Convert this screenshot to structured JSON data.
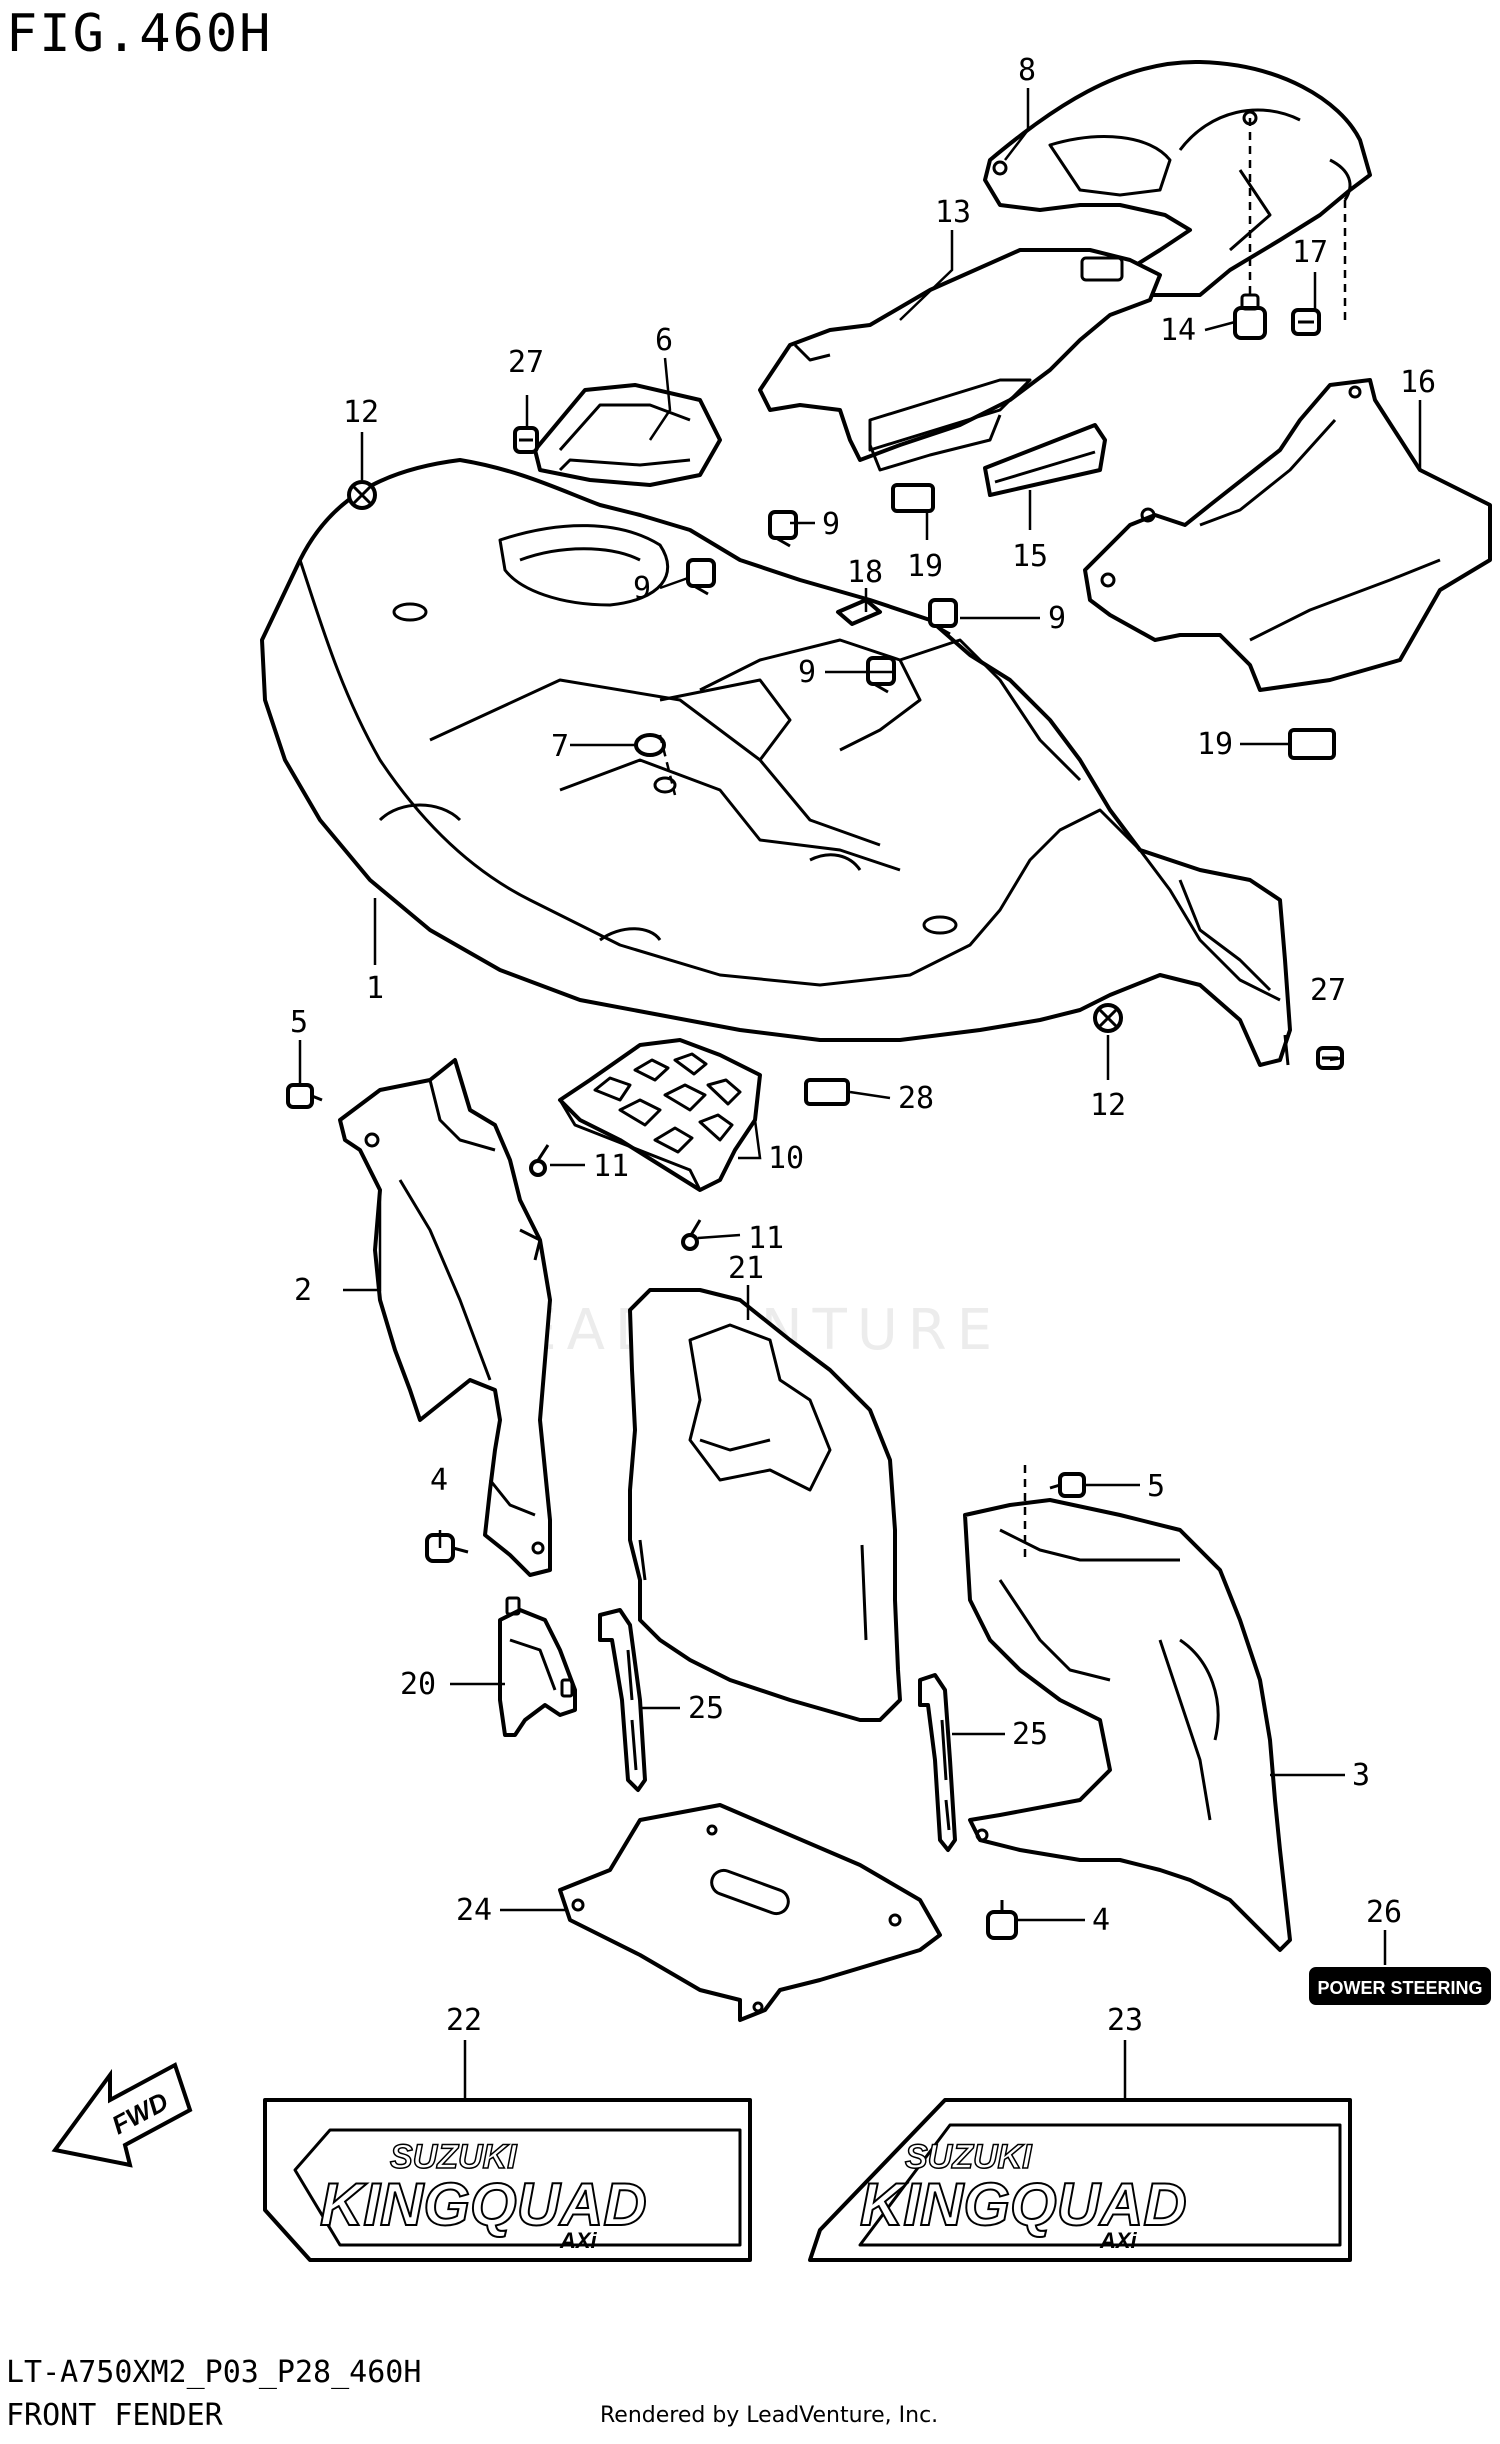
{
  "figure_title": "FIG.460H",
  "model_code": "LT-A750XM2_P03_P28_460H",
  "section_name": "FRONT FENDER",
  "rendered_by": "Rendered by LeadVenture, Inc.",
  "watermark": "LEADVENTURE",
  "decals": {
    "brand": "SUZUKI",
    "model": "KINGQUAD",
    "variant": "AXi",
    "power_steering": "POWER STEERING",
    "fwd_arrow": "FWD"
  },
  "callouts": [
    {
      "id": "c1",
      "label": "1"
    },
    {
      "id": "c2",
      "label": "2"
    },
    {
      "id": "c3",
      "label": "3"
    },
    {
      "id": "c4a",
      "label": "4"
    },
    {
      "id": "c4b",
      "label": "4"
    },
    {
      "id": "c5a",
      "label": "5"
    },
    {
      "id": "c5b",
      "label": "5"
    },
    {
      "id": "c6",
      "label": "6"
    },
    {
      "id": "c7",
      "label": "7"
    },
    {
      "id": "c8",
      "label": "8"
    },
    {
      "id": "c9a",
      "label": "9"
    },
    {
      "id": "c9b",
      "label": "9"
    },
    {
      "id": "c9c",
      "label": "9"
    },
    {
      "id": "c9d",
      "label": "9"
    },
    {
      "id": "c10",
      "label": "10"
    },
    {
      "id": "c11a",
      "label": "11"
    },
    {
      "id": "c11b",
      "label": "11"
    },
    {
      "id": "c12a",
      "label": "12"
    },
    {
      "id": "c12b",
      "label": "12"
    },
    {
      "id": "c13",
      "label": "13"
    },
    {
      "id": "c14",
      "label": "14"
    },
    {
      "id": "c15",
      "label": "15"
    },
    {
      "id": "c16",
      "label": "16"
    },
    {
      "id": "c17",
      "label": "17"
    },
    {
      "id": "c18",
      "label": "18"
    },
    {
      "id": "c19a",
      "label": "19"
    },
    {
      "id": "c19b",
      "label": "19"
    },
    {
      "id": "c20",
      "label": "20"
    },
    {
      "id": "c21",
      "label": "21"
    },
    {
      "id": "c22",
      "label": "22"
    },
    {
      "id": "c23",
      "label": "23"
    },
    {
      "id": "c24",
      "label": "24"
    },
    {
      "id": "c25a",
      "label": "25"
    },
    {
      "id": "c25b",
      "label": "25"
    },
    {
      "id": "c26",
      "label": "26"
    },
    {
      "id": "c27a",
      "label": "27"
    },
    {
      "id": "c27b",
      "label": "27"
    },
    {
      "id": "c28",
      "label": "28"
    }
  ]
}
